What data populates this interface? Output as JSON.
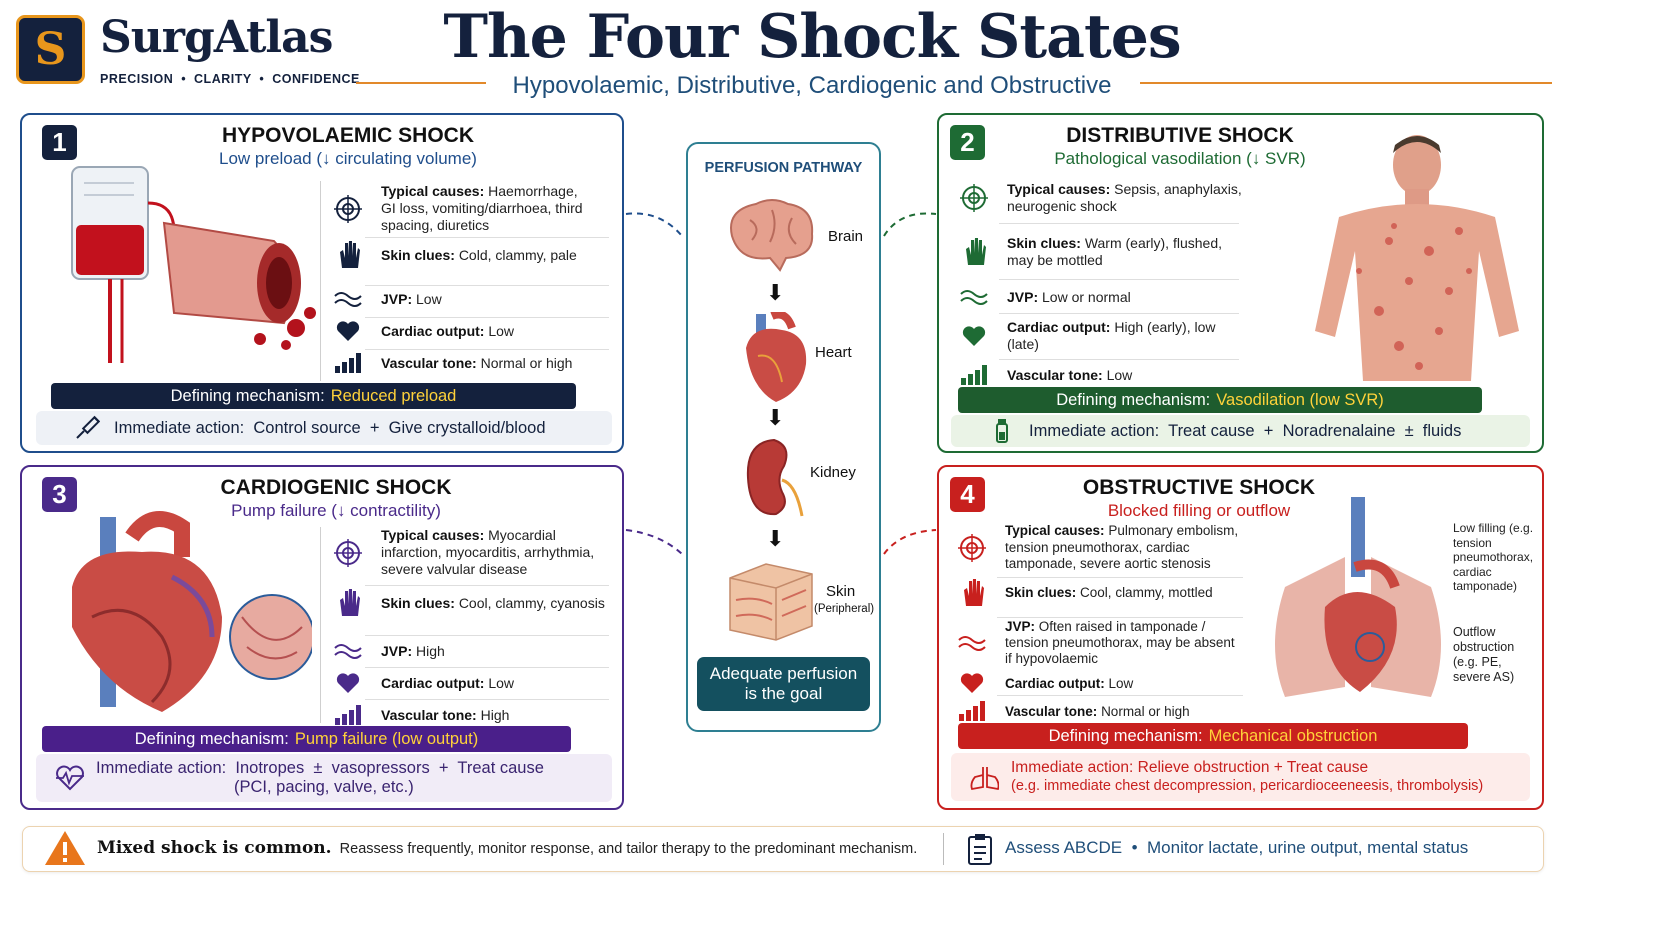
{
  "header": {
    "logo_letter": "S",
    "brand": "SurgAtlas",
    "tagline": "PRECISION  •  CLARITY  •  CONFIDENCE",
    "title": "The Four Shock States",
    "subtitle": "Hypovolaemic, Distributive, Cardiogenic and Obstructive"
  },
  "colors": {
    "navy": "#14213d",
    "green": "#1e6b34",
    "purple": "#4a2a8a",
    "red": "#c8201e",
    "teal": "#14505f",
    "orange": "#e8961c"
  },
  "cards": [
    {
      "num": "1",
      "title": "HYPOVOLAEMIC SHOCK",
      "subtitle": "Low preload (↓ circulating volume)",
      "rows": [
        {
          "label": "Typical causes:",
          "text": "Haemorrhage, GI loss, vomiting/diarrhoea, third spacing, diuretics",
          "icon": "target-icon"
        },
        {
          "label": "Skin clues:",
          "text": "Cold, clammy, pale",
          "icon": "hand-icon"
        },
        {
          "label": "JVP:",
          "text": "Low",
          "icon": "wave-icon"
        },
        {
          "label": "Cardiac output:",
          "text": "Low",
          "icon": "heart-icon"
        },
        {
          "label": "Vascular tone:",
          "text": "Normal or high",
          "icon": "tone-bars-icon"
        }
      ],
      "mech_label": "Defining mechanism:",
      "mech_value": "Reduced preload",
      "action": "Immediate action:  Control source  +  Give crystalloid/blood",
      "action_icon": "syringe-icon"
    },
    {
      "num": "2",
      "title": "DISTRIBUTIVE SHOCK",
      "subtitle": "Pathological vasodilation (↓ SVR)",
      "rows": [
        {
          "label": "Typical causes:",
          "text": "Sepsis, anaphylaxis, neurogenic shock",
          "icon": "target-icon"
        },
        {
          "label": "Skin clues:",
          "text": "Warm (early), flushed, may be mottled",
          "icon": "hand-icon"
        },
        {
          "label": "JVP:",
          "text": "Low or normal",
          "icon": "wave-icon"
        },
        {
          "label": "Cardiac output:",
          "text": "High (early), low (late)",
          "icon": "heart-icon"
        },
        {
          "label": "Vascular tone:",
          "text": "Low",
          "icon": "tone-bars-icon"
        }
      ],
      "mech_label": "Defining mechanism:",
      "mech_value": "Vasodilation (low SVR)",
      "action": "Immediate action:  Treat cause  +  Noradrenalaine  ±  fluids",
      "action_icon": "vial-icon"
    },
    {
      "num": "3",
      "title": "CARDIOGENIC SHOCK",
      "subtitle": "Pump failure (↓ contractility)",
      "rows": [
        {
          "label": "Typical causes:",
          "text": "Myocardial infarction, myocarditis, arrhythmia, severe valvular disease",
          "icon": "target-icon"
        },
        {
          "label": "Skin clues:",
          "text": "Cool, clammy, cyanosis",
          "icon": "hand-icon"
        },
        {
          "label": "JVP:",
          "text": "High",
          "icon": "wave-icon"
        },
        {
          "label": "Cardiac output:",
          "text": "Low",
          "icon": "heart-icon"
        },
        {
          "label": "Vascular tone:",
          "text": "High",
          "icon": "tone-bars-icon"
        }
      ],
      "mech_label": "Defining mechanism:",
      "mech_value": "Pump failure (low output)",
      "action": "Immediate action:  Inotropes  ±  vasopressors  +  Treat cause",
      "action2": "(PCI, pacing, valve, etc.)",
      "action_icon": "heartbeat-icon"
    },
    {
      "num": "4",
      "title": "OBSTRUCTIVE SHOCK",
      "subtitle": "Blocked filling or outflow",
      "rows": [
        {
          "label": "Typical causes:",
          "text": "Pulmonary embolism, tension pneumothorax, cardiac tamponade, severe aortic stenosis",
          "icon": "target-icon"
        },
        {
          "label": "Skin clues:",
          "text": "Cool, clammy, mottled",
          "icon": "hand-icon"
        },
        {
          "label": "JVP:",
          "text": "Often raised in tamponade / tension pneumothorax, may be absent if hypovolaemic",
          "icon": "wave-icon"
        },
        {
          "label": "Cardiac output:",
          "text": "Low",
          "icon": "heart-icon"
        },
        {
          "label": "Vascular tone:",
          "text": "Normal or high",
          "icon": "tone-bars-icon"
        }
      ],
      "mech_label": "Defining mechanism:",
      "mech_value": "Mechanical obstruction",
      "action": "Immediate action: Relieve obstruction + Treat cause",
      "action2": "(e.g. immediate chest decompression, pericardioceeneesis, thrombolysis)",
      "action_icon": "lungs-icon",
      "callout1": "Low filling (e.g. tension pneumothorax, cardiac tamponade)",
      "callout2": "Outflow obstruction (e.g. PE, severe AS)"
    }
  ],
  "pathway": {
    "title": "PERFUSION PATHWAY",
    "organs": [
      {
        "name": "Brain"
      },
      {
        "name": "Heart"
      },
      {
        "name": "Kidney"
      },
      {
        "name": "Skin",
        "sub": "(Peripheral)"
      }
    ],
    "goal_line1": "Adequate perfusion",
    "goal_line2": "is the goal"
  },
  "footer": {
    "bold": "Mixed shock is common.",
    "text": "Reassess frequently, monitor response, and tailor therapy to the predominant mechanism.",
    "right": "Assess ABCDE  •  Monitor lactate, urine output, mental status"
  }
}
